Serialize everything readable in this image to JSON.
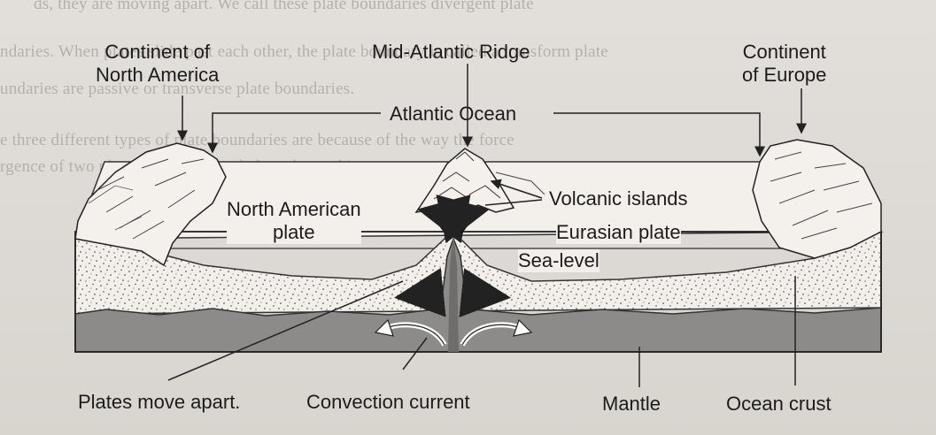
{
  "background_text": {
    "line1": "ds, they are moving apart. We call these plate boundaries divergent plate",
    "line2": "ndaries. When plates slide past each other, the plate boundary is called a transform plate",
    "line3": "undaries are passive or transverse plate boundaries.",
    "line4": "e three different types of plate boundaries are because of the way the force",
    "line5": "rgence of two plates. The diagram below shows this."
  },
  "labels": {
    "continent_north_america": "Continent of\nNorth America",
    "mid_atlantic_ridge": "Mid-Atlantic Ridge",
    "continent_europe": "Continent\nof Europe",
    "atlantic_ocean": "Atlantic Ocean",
    "volcanic_islands": "Volcanic islands",
    "north_american_plate": "North American\nplate",
    "eurasian_plate": "Eurasian plate",
    "sea_level": "Sea-level",
    "plates_move_apart": "Plates move apart.",
    "convection_current": "Convection current",
    "mantle": "Mantle",
    "ocean_crust": "Ocean crust"
  }
}
